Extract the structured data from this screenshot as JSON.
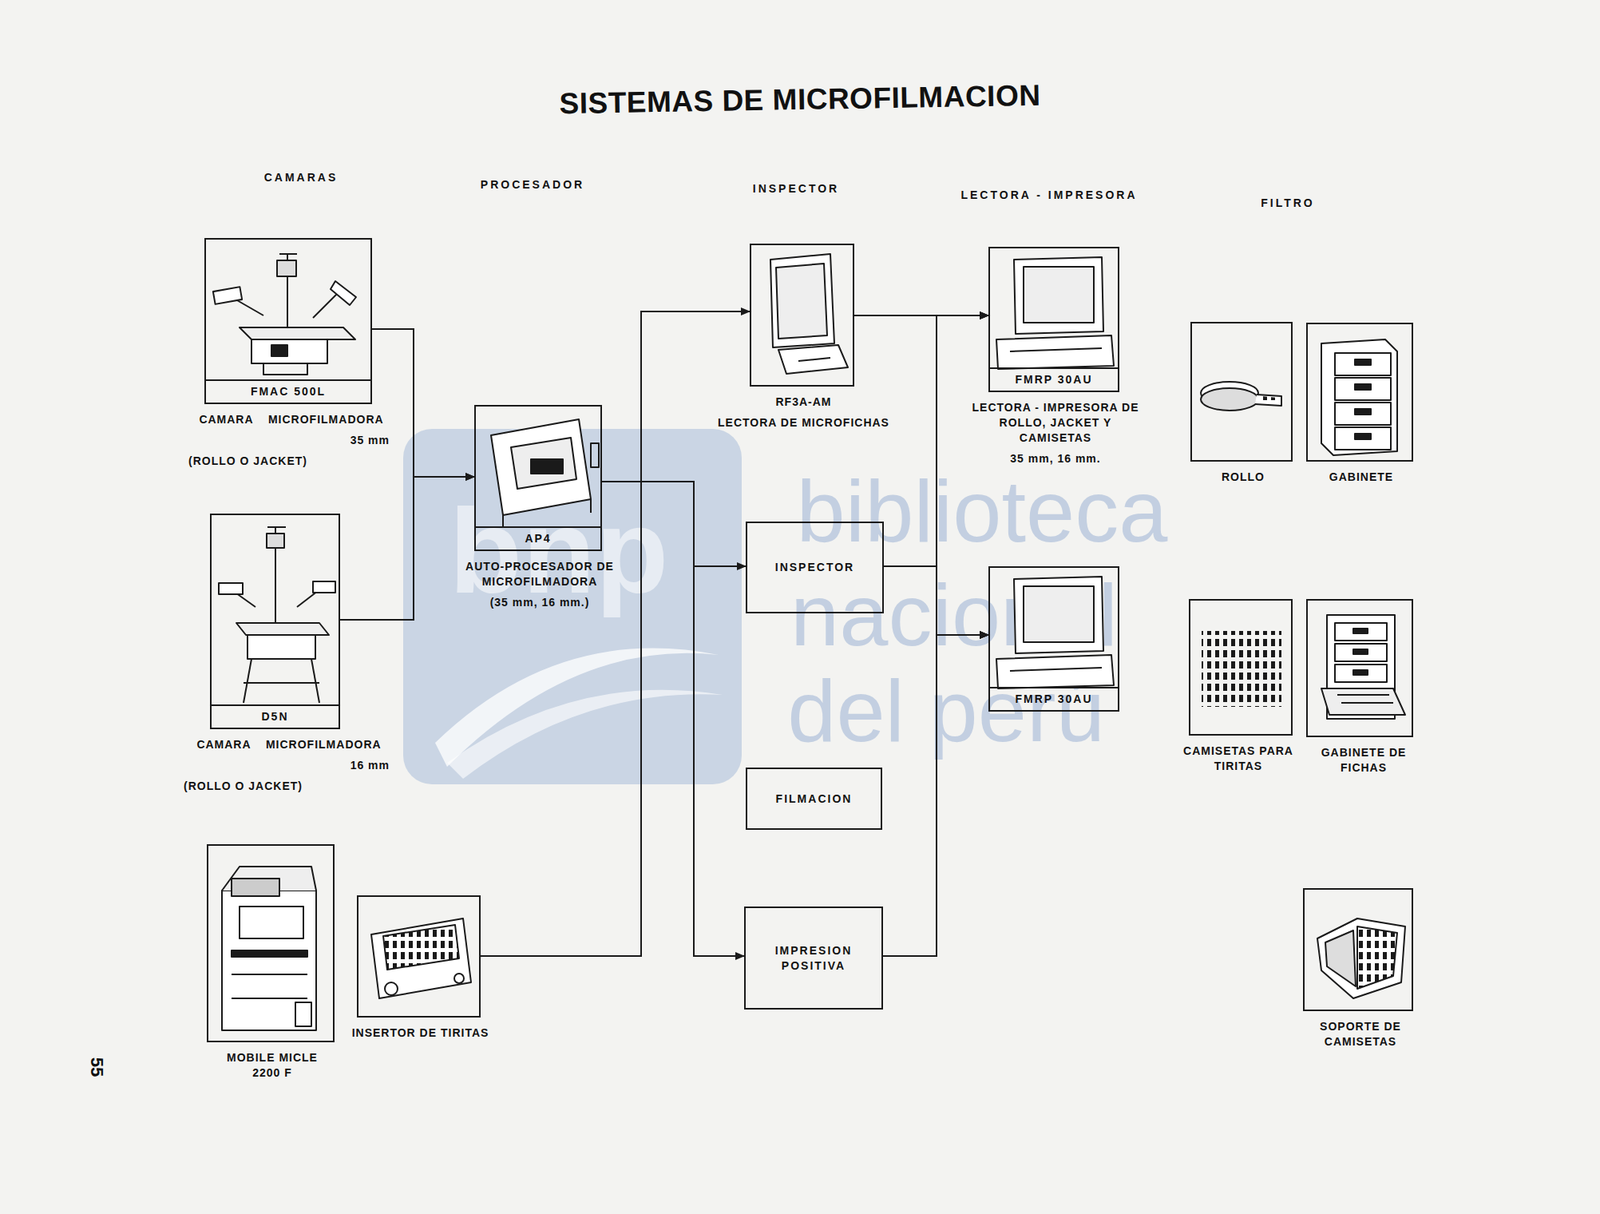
{
  "diagram": {
    "title": "SISTEMAS DE MICROFILMACION",
    "nodes": [
      {
        "text": [
          "FMAC 500L",
          "CAMARA MICROFILMADORA",
          "35 mm",
          "(ROLLO O JACKET)"
        ]
      },
      {
        "text": [
          "D5N",
          "CAMARA MICROFILMADORA",
          "16 mm",
          "(ROLLO O JACKET)"
        ]
      },
      {
        "text": [
          "MOBILE MICLE 2200 F"
        ]
      },
      {
        "text": [
          "INSERTOR DE TIRITAS"
        ]
      },
      {
        "text": [
          "AP4",
          "AUTO-PROCESADOR DE MICROFILMADORA",
          "(35 mm, 16 mm.)"
        ]
      },
      {
        "text": [
          "RF3A-AM",
          "LECTORA DE MICROFICHAS"
        ]
      },
      {
        "text": [
          "INSPECTOR"
        ]
      },
      {
        "text": [
          "FILMACION"
        ]
      },
      {
        "text": [
          "IMPRESION POSITIVA"
        ]
      },
      {
        "text": [
          "FMRP 30AU",
          "LECTORA - IMPRESORA DE ROLLO, JACKET Y CAMISETAS",
          "35 mm, 16 mm."
        ]
      },
      {
        "text": [
          "FMRP 30AU"
        ]
      },
      {
        "text": [
          "ROLLO"
        ]
      },
      {
        "text": [
          "GABINETE"
        ]
      },
      {
        "text": [
          "CAMISETAS PARA TIRITAS"
        ]
      },
      {
        "text": [
          "GABINETE DE FICHAS"
        ]
      },
      {
        "text": [
          "SOPORTE DE CAMISETAS"
        ]
      }
    ],
    "edges": [
      {
        "from": 0,
        "to": 4,
        "arrow": "to"
      },
      {
        "from": 1,
        "to": 4,
        "arrow": "to"
      },
      {
        "from": 3,
        "to": 5,
        "arrow": "to"
      },
      {
        "from": 4,
        "to": 6,
        "arrow": "to"
      },
      {
        "from": 4,
        "to": 8,
        "arrow": "to"
      },
      {
        "from": 5,
        "to": 9,
        "arrow": "to"
      },
      {
        "from": 5,
        "to": 10,
        "arrow": "to"
      },
      {
        "from": 6,
        "to": 9,
        "arrow": "to"
      },
      {
        "from": 6,
        "to": 10,
        "arrow": "to"
      },
      {
        "from": 8,
        "to": 9,
        "arrow": "to"
      },
      {
        "from": 8,
        "to": 10,
        "arrow": "to"
      }
    ],
    "labels": [
      "CAMARAS",
      "PROCESADOR",
      "INSPECTOR",
      "LECTORA - IMPRESORA",
      "FILTRO",
      "55",
      "bnp",
      "biblioteca",
      "nacional",
      "del perú"
    ]
  }
}
